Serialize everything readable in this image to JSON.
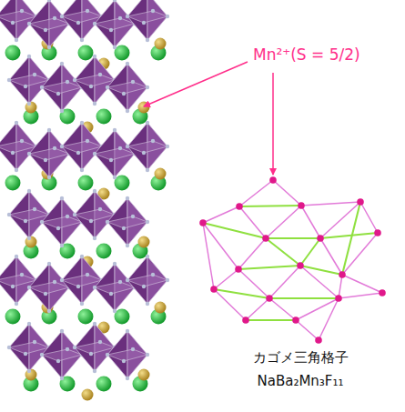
{
  "diagram": {
    "labels": [
      "Mn²⁺(S = 5/2)",
      "カゴメ三角格子",
      "NaBa₂Mn₃F₁₁"
    ]
  }
}
